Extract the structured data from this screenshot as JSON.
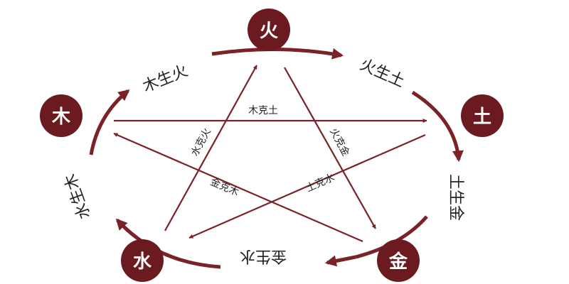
{
  "colors": {
    "node_fill": "#6b1a1f",
    "node_text": "#ffffff",
    "arrow": "#7a2228",
    "text": "#222222",
    "background": "#ffffff"
  },
  "elements": {
    "fire": "火",
    "earth": "土",
    "metal": "金",
    "water": "水",
    "wood": "木"
  },
  "generating_cycle": {
    "wood_fire": "木生火",
    "fire_earth": "火生土",
    "earth_metal": "土生金",
    "metal_water": "金生水",
    "water_wood": "水生木"
  },
  "controlling_cycle": {
    "wood_earth": "木克土",
    "fire_metal": "火克金",
    "earth_water": "土克水",
    "metal_wood": "金克木",
    "water_fire": "水克火"
  }
}
